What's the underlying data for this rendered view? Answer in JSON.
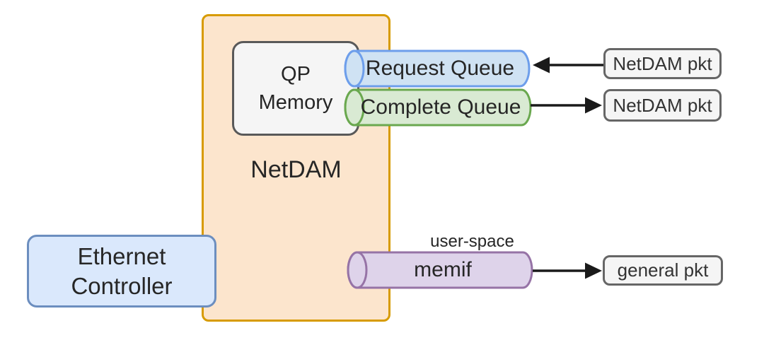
{
  "diagram": {
    "netdam": {
      "label": "NetDAM"
    },
    "qp_memory": {
      "label": "QP Memory"
    },
    "ethernet_controller": {
      "label": "Ethernet Controller"
    },
    "request_queue": {
      "label": "Request Queue"
    },
    "complete_queue": {
      "label": "Complete Queue"
    },
    "memif": {
      "label": "memif",
      "annotation": "user-space"
    },
    "packet_boxes": {
      "request_in": "NetDAM pkt",
      "complete_out": "NetDAM pkt",
      "memif_out": "general pkt"
    },
    "flows": [
      {
        "from": "NetDAM pkt",
        "to": "Request Queue",
        "direction": "left"
      },
      {
        "from": "Complete Queue",
        "to": "NetDAM pkt",
        "direction": "right"
      },
      {
        "from": "memif",
        "to": "general pkt",
        "direction": "right"
      }
    ],
    "colors": {
      "netdam-fill": "#fce5cd",
      "netdam-stroke": "#d79b00",
      "ethernet-fill": "#dae8fc",
      "ethernet-stroke": "#6c8ebf",
      "qp-fill": "#f5f5f5",
      "qp-stroke": "#595959",
      "request-fill": "#cfe2f3",
      "request-stroke": "#6d9eeb",
      "complete-fill": "#d9ead3",
      "complete-stroke": "#6aa84f",
      "memif-fill": "#ded3ea",
      "memif-stroke": "#9673a6",
      "pkt-fill": "#f5f5f5",
      "pkt-stroke": "#666666",
      "arrow": "#1a1a1a",
      "text": "#262626"
    }
  }
}
